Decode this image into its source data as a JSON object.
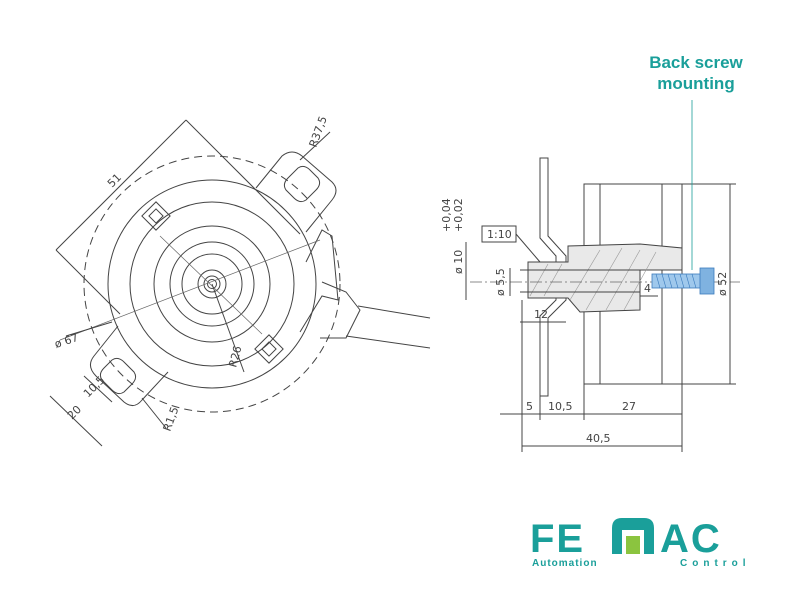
{
  "callout": {
    "line1": "Back screw",
    "line2": "mounting"
  },
  "dims_front": {
    "d51": "51",
    "r375": "R37,5",
    "d67": "ø 67",
    "r26": "R26",
    "d10_5": "10,5",
    "d20": "20",
    "r1_5": "R1,5"
  },
  "dims_side": {
    "tol_plus": "+0,04",
    "tol_minus": "+0,02",
    "d10": "ø 10",
    "d5_5": "ø 5,5",
    "taper": "1:10",
    "d12": "12",
    "d4": "4",
    "d52": "ø 52",
    "d5": "5",
    "d10_5": "10,5",
    "d27": "27",
    "d40_5": "40,5"
  },
  "logo": {
    "brand_left": "FE",
    "brand_right": "AC",
    "tag_left": "Automation",
    "tag_right": "Control",
    "teal": "#1a9f9a",
    "green": "#8bc43f"
  }
}
